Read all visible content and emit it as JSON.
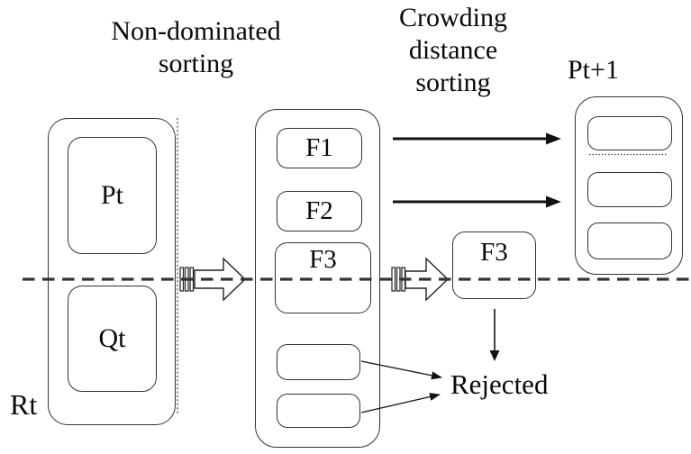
{
  "titles": {
    "non_dominated_line1": "Non-dominated",
    "non_dominated_line2": "sorting",
    "crowding_line1": "Crowding",
    "crowding_line2": "distance",
    "crowding_line3": "sorting",
    "next_population": "Pt+1"
  },
  "combined_population": {
    "container_label": "Rt",
    "parent_box_label": "Pt",
    "offspring_box_label": "Qt"
  },
  "fronts": {
    "f1": "F1",
    "f2": "F2",
    "f3": "F3"
  },
  "crowding_stage": {
    "f3_selected": "F3",
    "rejected_label": "Rejected"
  },
  "icons": {
    "flow_arrow_f1": "solid-right-arrow",
    "flow_arrow_f2": "solid-right-arrow",
    "hollow_arrow_sorting": "hollow-right-arrow-with-hatch-tail",
    "hollow_arrow_crowding": "hollow-right-arrow-with-hatch-tail",
    "reject_arrow_down": "thin-down-arrow",
    "reject_arrow_1": "thin-right-arrow",
    "reject_arrow_2": "thin-right-arrow",
    "cut_line": "horizontal-dashed-line",
    "sort_boundary": "vertical-dotted-line",
    "pt1_fill_line": "horizontal-dotted-line"
  },
  "colors": {
    "stroke": "#333333",
    "dash_line": "#333333",
    "text": "#0a0a0a",
    "background": "#ffffff"
  }
}
